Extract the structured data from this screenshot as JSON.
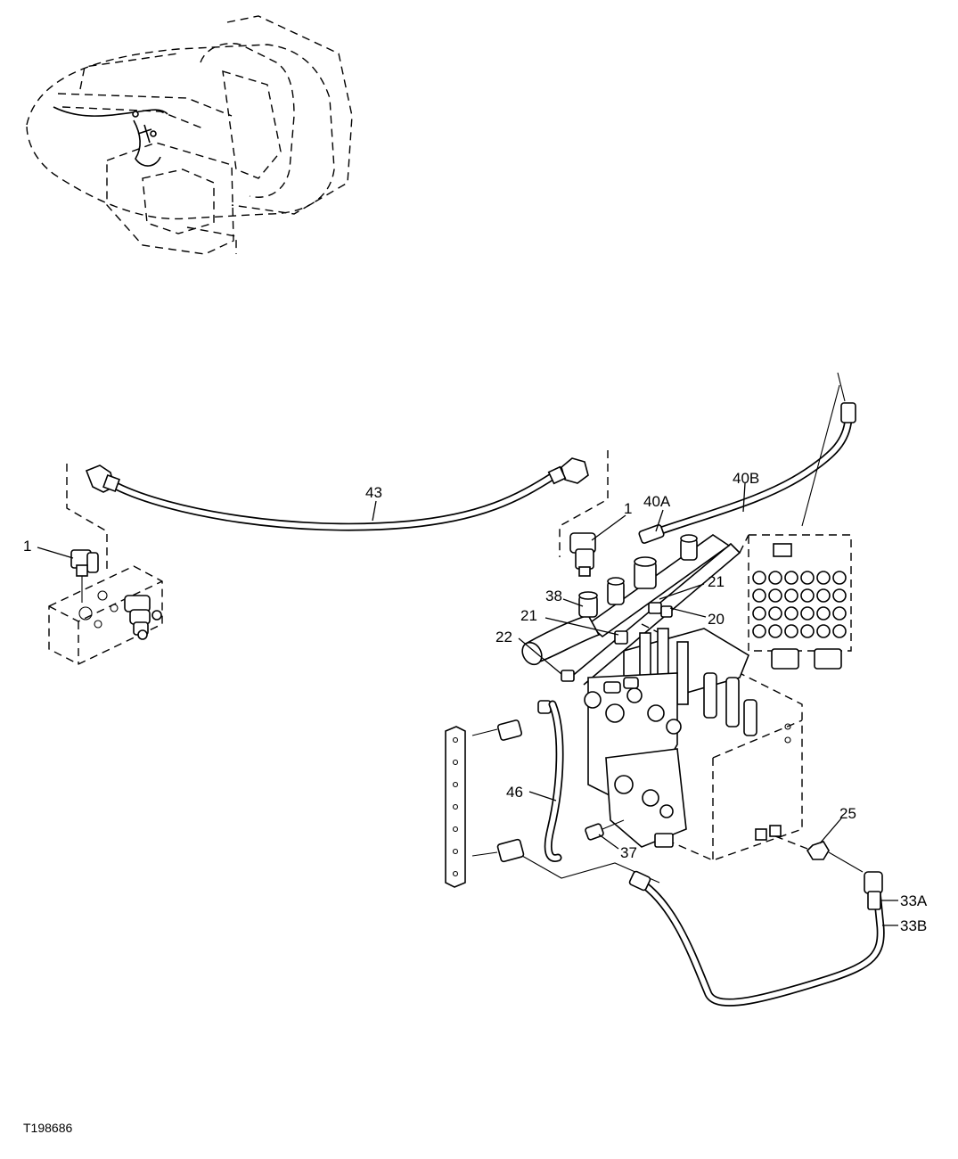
{
  "figure_id": "T198686",
  "callouts": {
    "c1_left": "1",
    "c43": "43",
    "c1_right": "1",
    "c40a": "40A",
    "c40b": "40B",
    "c38": "38",
    "c21_top": "21",
    "c21_mid": "21",
    "c20": "20",
    "c22": "22",
    "c46": "46",
    "c25": "25",
    "c37": "37",
    "c33a": "33A",
    "c33b": "33B"
  }
}
